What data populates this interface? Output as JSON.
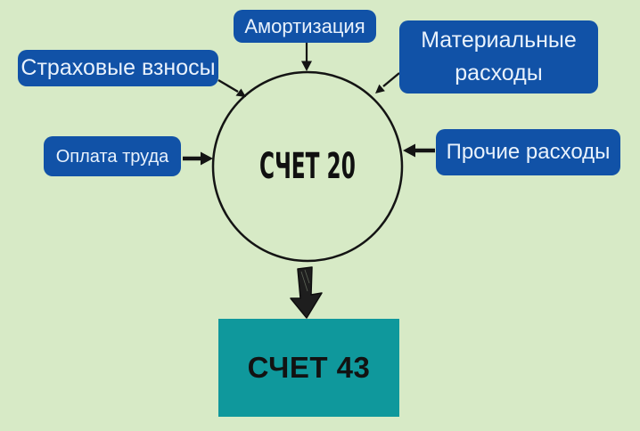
{
  "diagram": {
    "title_hint": "Cost accounts flow diagram",
    "inputs": [
      {
        "id": "amortization",
        "label": "Амортизация"
      },
      {
        "id": "insurance",
        "label": "Страховые взносы"
      },
      {
        "id": "materials",
        "label": "Материальные расходы"
      },
      {
        "id": "labor",
        "label": "Оплата труда"
      },
      {
        "id": "other",
        "label": "Прочие расходы"
      }
    ],
    "center_node": {
      "label": "СЧЕТ 20",
      "shape": "circle"
    },
    "output_node": {
      "label": "СЧЕТ 43",
      "shape": "rectangle"
    }
  },
  "colors": {
    "bg": "#d7eac6",
    "input_box": "#1152a7",
    "input_text": "#e9f2fc",
    "output_box": "#0f989c",
    "line": "#141414"
  }
}
